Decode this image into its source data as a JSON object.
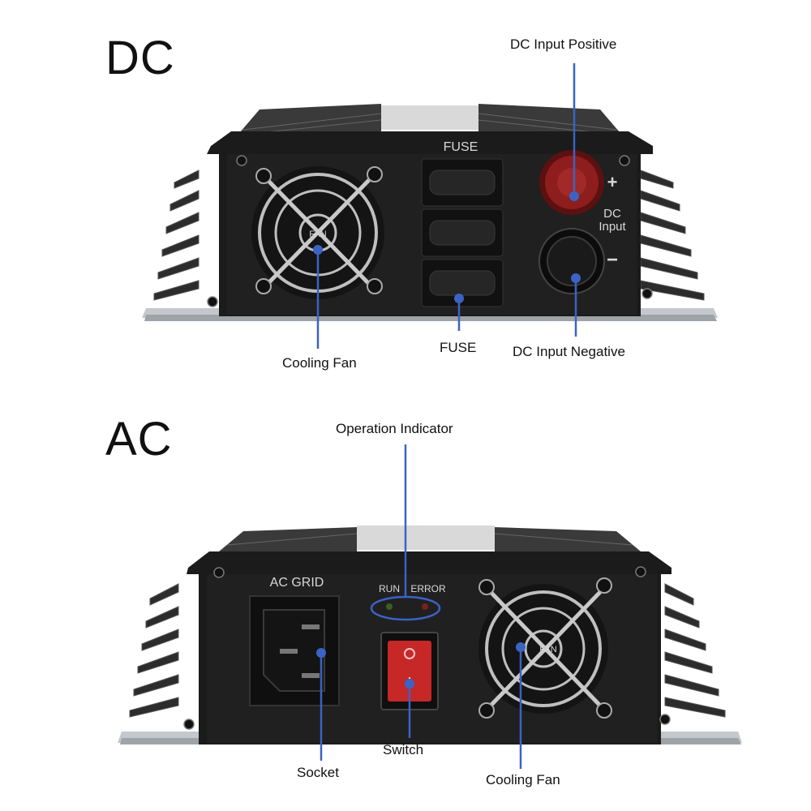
{
  "dc": {
    "title": "DC",
    "panel": {
      "fuse_label": "FUSE",
      "fan_label": "FAN",
      "plus_sign": "+",
      "minus_sign": "−",
      "dc_input_line1": "DC",
      "dc_input_line2": "Input"
    },
    "callouts": {
      "positive": "DC Input Positive",
      "cooling_fan": "Cooling Fan",
      "fuse": "FUSE",
      "negative": "DC Input Negative"
    }
  },
  "ac": {
    "title": "AC",
    "panel": {
      "grid_label": "AC GRID",
      "run_label": "RUN",
      "error_label": "ERROR",
      "fan_label": "FAN"
    },
    "callouts": {
      "indicator": "Operation Indicator",
      "socket": "Socket",
      "switch": "Switch",
      "cooling_fan": "Cooling Fan"
    }
  },
  "colors": {
    "callout_line": "#3b63c4",
    "panel": "#1b1b1b",
    "fins": "#2a2a2a",
    "base": "#b9bdc2",
    "positive_knob": "#8e1d1d",
    "switch": "#c62828"
  }
}
